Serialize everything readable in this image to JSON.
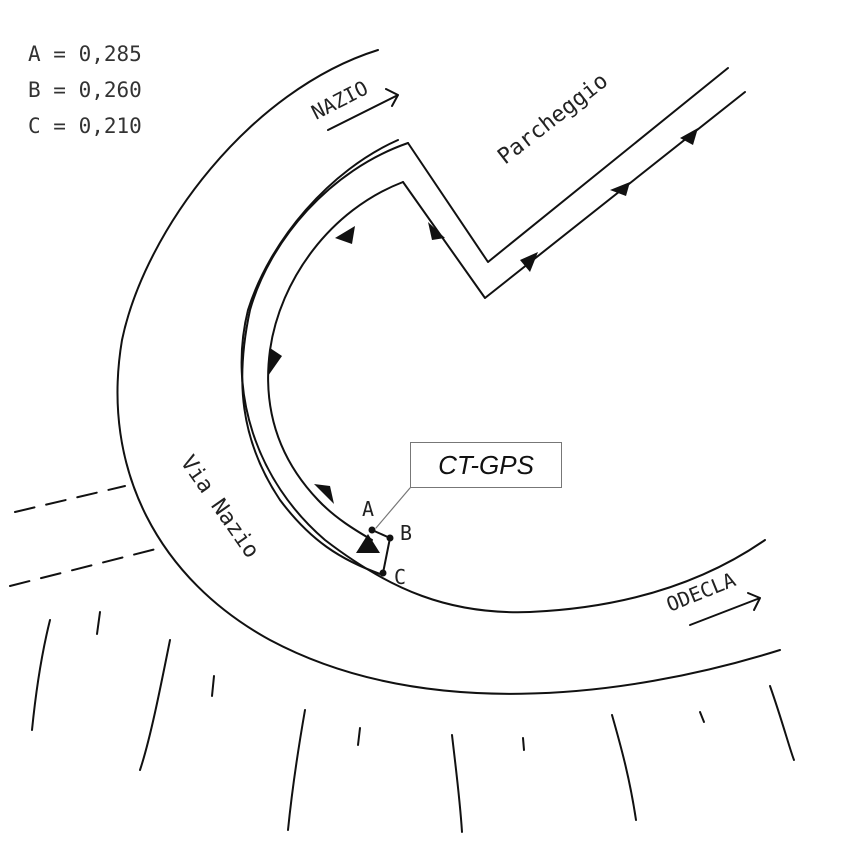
{
  "coefficients": [
    {
      "label": "A",
      "value": "0,285",
      "text": "A = 0,285"
    },
    {
      "label": "B",
      "value": "0,260",
      "text": "B = 0,260"
    },
    {
      "label": "C",
      "value": "0,210",
      "text": "C = 0,210"
    }
  ],
  "station_label": "CT-GPS",
  "roads": {
    "top_arrow": "NAZIO",
    "street_name": "Via Nazio",
    "right_arrow": "ODECLA",
    "parking": "Parcheggio"
  },
  "points": {
    "a": "A",
    "b": "B",
    "c": "C"
  },
  "icons": {
    "station": "triangle-marker-icon",
    "direction": "arrow-icon"
  },
  "colors": {
    "ink": "#111111",
    "background": "#ffffff"
  }
}
